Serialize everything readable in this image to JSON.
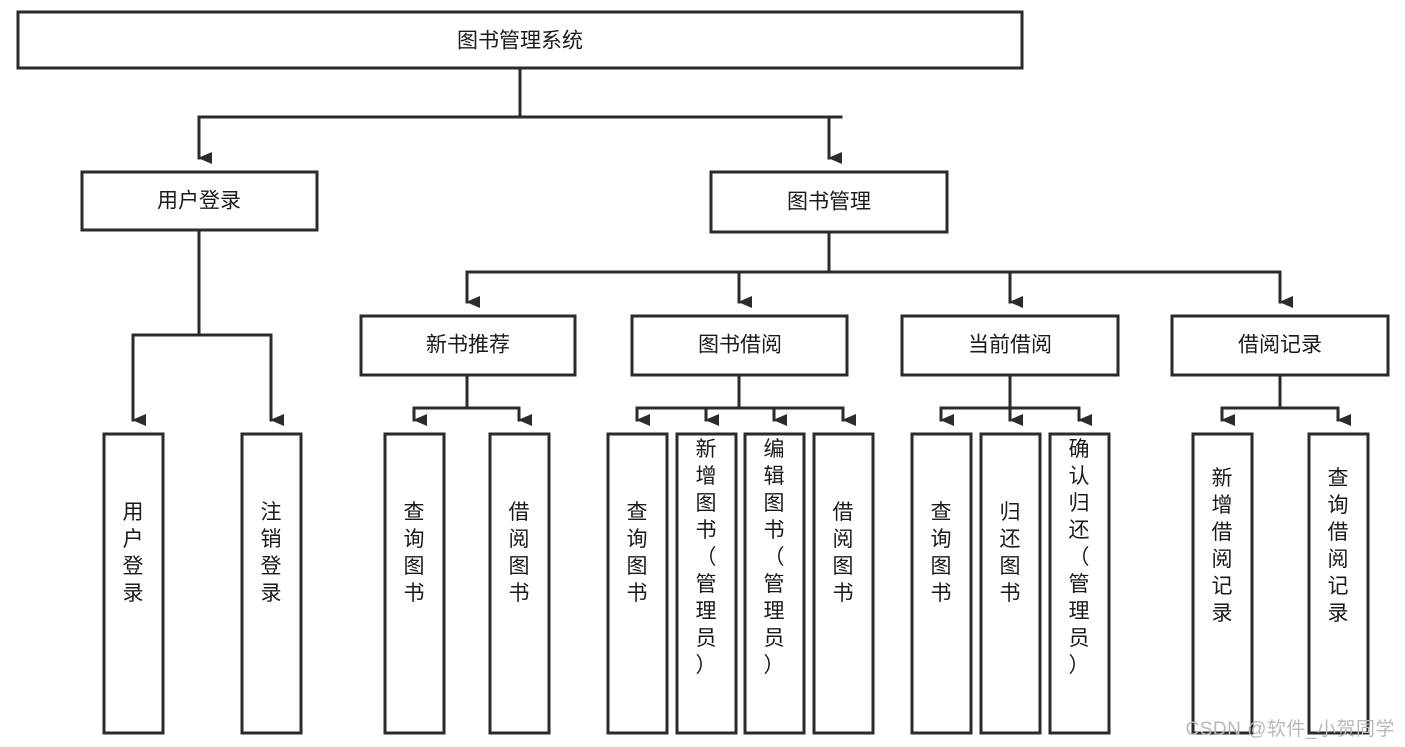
{
  "diagram": {
    "type": "tree",
    "title": "图书管理系统",
    "watermark": "CSDN @软件_小贺同学",
    "colors": {
      "box_stroke": "#2b2b2b",
      "box_fill": "#ffffff",
      "text": "#1a1a1a",
      "connector": "#2b2b2b",
      "watermark": "#b9b9b9",
      "background": "#ffffff"
    },
    "nodes": {
      "root": {
        "label": "图书管理系统",
        "level": 0,
        "orientation": "horizontal"
      },
      "l1": [
        {
          "id": "user-login",
          "label": "用户登录",
          "orientation": "horizontal"
        },
        {
          "id": "book-manage",
          "label": "图书管理",
          "orientation": "horizontal"
        }
      ],
      "l2": [
        {
          "id": "new-book-recommend",
          "label": "新书推荐",
          "orientation": "horizontal",
          "parent": "book-manage"
        },
        {
          "id": "book-borrow",
          "label": "图书借阅",
          "orientation": "horizontal",
          "parent": "book-manage"
        },
        {
          "id": "current-borrow",
          "label": "当前借阅",
          "orientation": "horizontal",
          "parent": "book-manage"
        },
        {
          "id": "borrow-record",
          "label": "借阅记录",
          "orientation": "horizontal",
          "parent": "book-manage"
        }
      ],
      "leaves": [
        {
          "id": "leaf-user-login",
          "label": "用户登录",
          "parent": "user-login",
          "orientation": "vertical"
        },
        {
          "id": "leaf-logout-login",
          "label": "注销登录",
          "parent": "user-login",
          "orientation": "vertical"
        },
        {
          "id": "leaf-query-book-1",
          "label": "查询图书",
          "parent": "new-book-recommend",
          "orientation": "vertical"
        },
        {
          "id": "leaf-borrow-book-1",
          "label": "借阅图书",
          "parent": "new-book-recommend",
          "orientation": "vertical"
        },
        {
          "id": "leaf-query-book-2",
          "label": "查询图书",
          "parent": "book-borrow",
          "orientation": "vertical"
        },
        {
          "id": "leaf-add-book",
          "label": "新增图书（管理员）",
          "parent": "book-borrow",
          "orientation": "vertical"
        },
        {
          "id": "leaf-edit-book",
          "label": "编辑图书（管理员）",
          "parent": "book-borrow",
          "orientation": "vertical"
        },
        {
          "id": "leaf-borrow-book-2",
          "label": "借阅图书",
          "parent": "book-borrow",
          "orientation": "vertical"
        },
        {
          "id": "leaf-query-book-3",
          "label": "查询图书",
          "parent": "current-borrow",
          "orientation": "vertical"
        },
        {
          "id": "leaf-return-book",
          "label": "归还图书",
          "parent": "current-borrow",
          "orientation": "vertical"
        },
        {
          "id": "leaf-confirm-return",
          "label": "确认归还（管理员）",
          "parent": "current-borrow",
          "orientation": "vertical"
        },
        {
          "id": "leaf-add-record",
          "label": "新增借阅记录",
          "parent": "borrow-record",
          "orientation": "vertical"
        },
        {
          "id": "leaf-query-record",
          "label": "查询借阅记录",
          "parent": "borrow-record",
          "orientation": "vertical"
        }
      ]
    }
  }
}
